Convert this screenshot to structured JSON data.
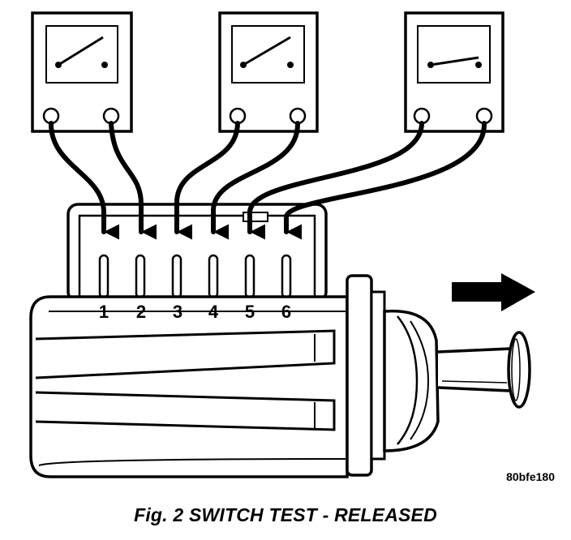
{
  "pins": [
    "1",
    "2",
    "3",
    "4",
    "5",
    "6"
  ],
  "reference_code": "80bfe180",
  "caption": "Fig. 2 SWITCH TEST - RELEASED",
  "meters": [
    {
      "name": "ohmmeter-1",
      "state": "open"
    },
    {
      "name": "ohmmeter-2",
      "state": "open"
    },
    {
      "name": "ohmmeter-3",
      "state": "closed"
    }
  ],
  "colors": {
    "line": "#000000",
    "background": "#ffffff"
  }
}
